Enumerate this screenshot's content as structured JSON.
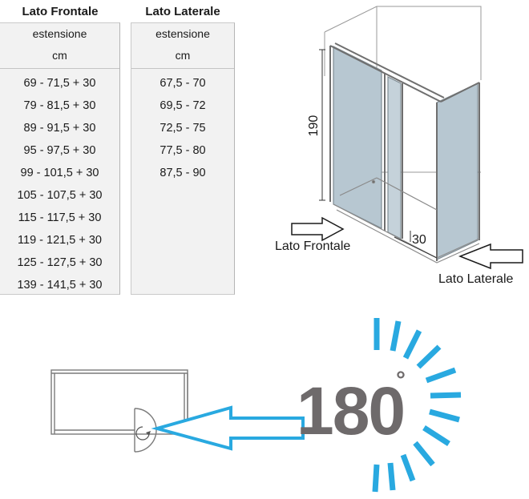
{
  "frontal": {
    "title": "Lato Frontale",
    "sub1": "estensione",
    "sub2": "cm",
    "rows": [
      "69 - 71,5 + 30",
      "79 - 81,5 + 30",
      "89 - 91,5 + 30",
      "95 - 97,5 + 30",
      "99 - 101,5 + 30",
      "105 - 107,5 + 30",
      "115 - 117,5 + 30",
      "119 - 121,5 + 30",
      "125 - 127,5 + 30",
      "139 - 141,5 + 30"
    ]
  },
  "lateral": {
    "title": "Lato Laterale",
    "sub1": "estensione",
    "sub2": "cm",
    "rows": [
      "67,5 - 70",
      "69,5 - 72",
      "72,5 - 75",
      "77,5 - 80",
      "87,5 - 90"
    ]
  },
  "diagram": {
    "height": "190",
    "depth": "30",
    "label_front": "Lato Frontale",
    "label_side": "Lato Laterale"
  },
  "rotation": {
    "value": "180",
    "unit": "°",
    "color_text": "#6e6a6b",
    "color_accent": "#29a9e0"
  }
}
